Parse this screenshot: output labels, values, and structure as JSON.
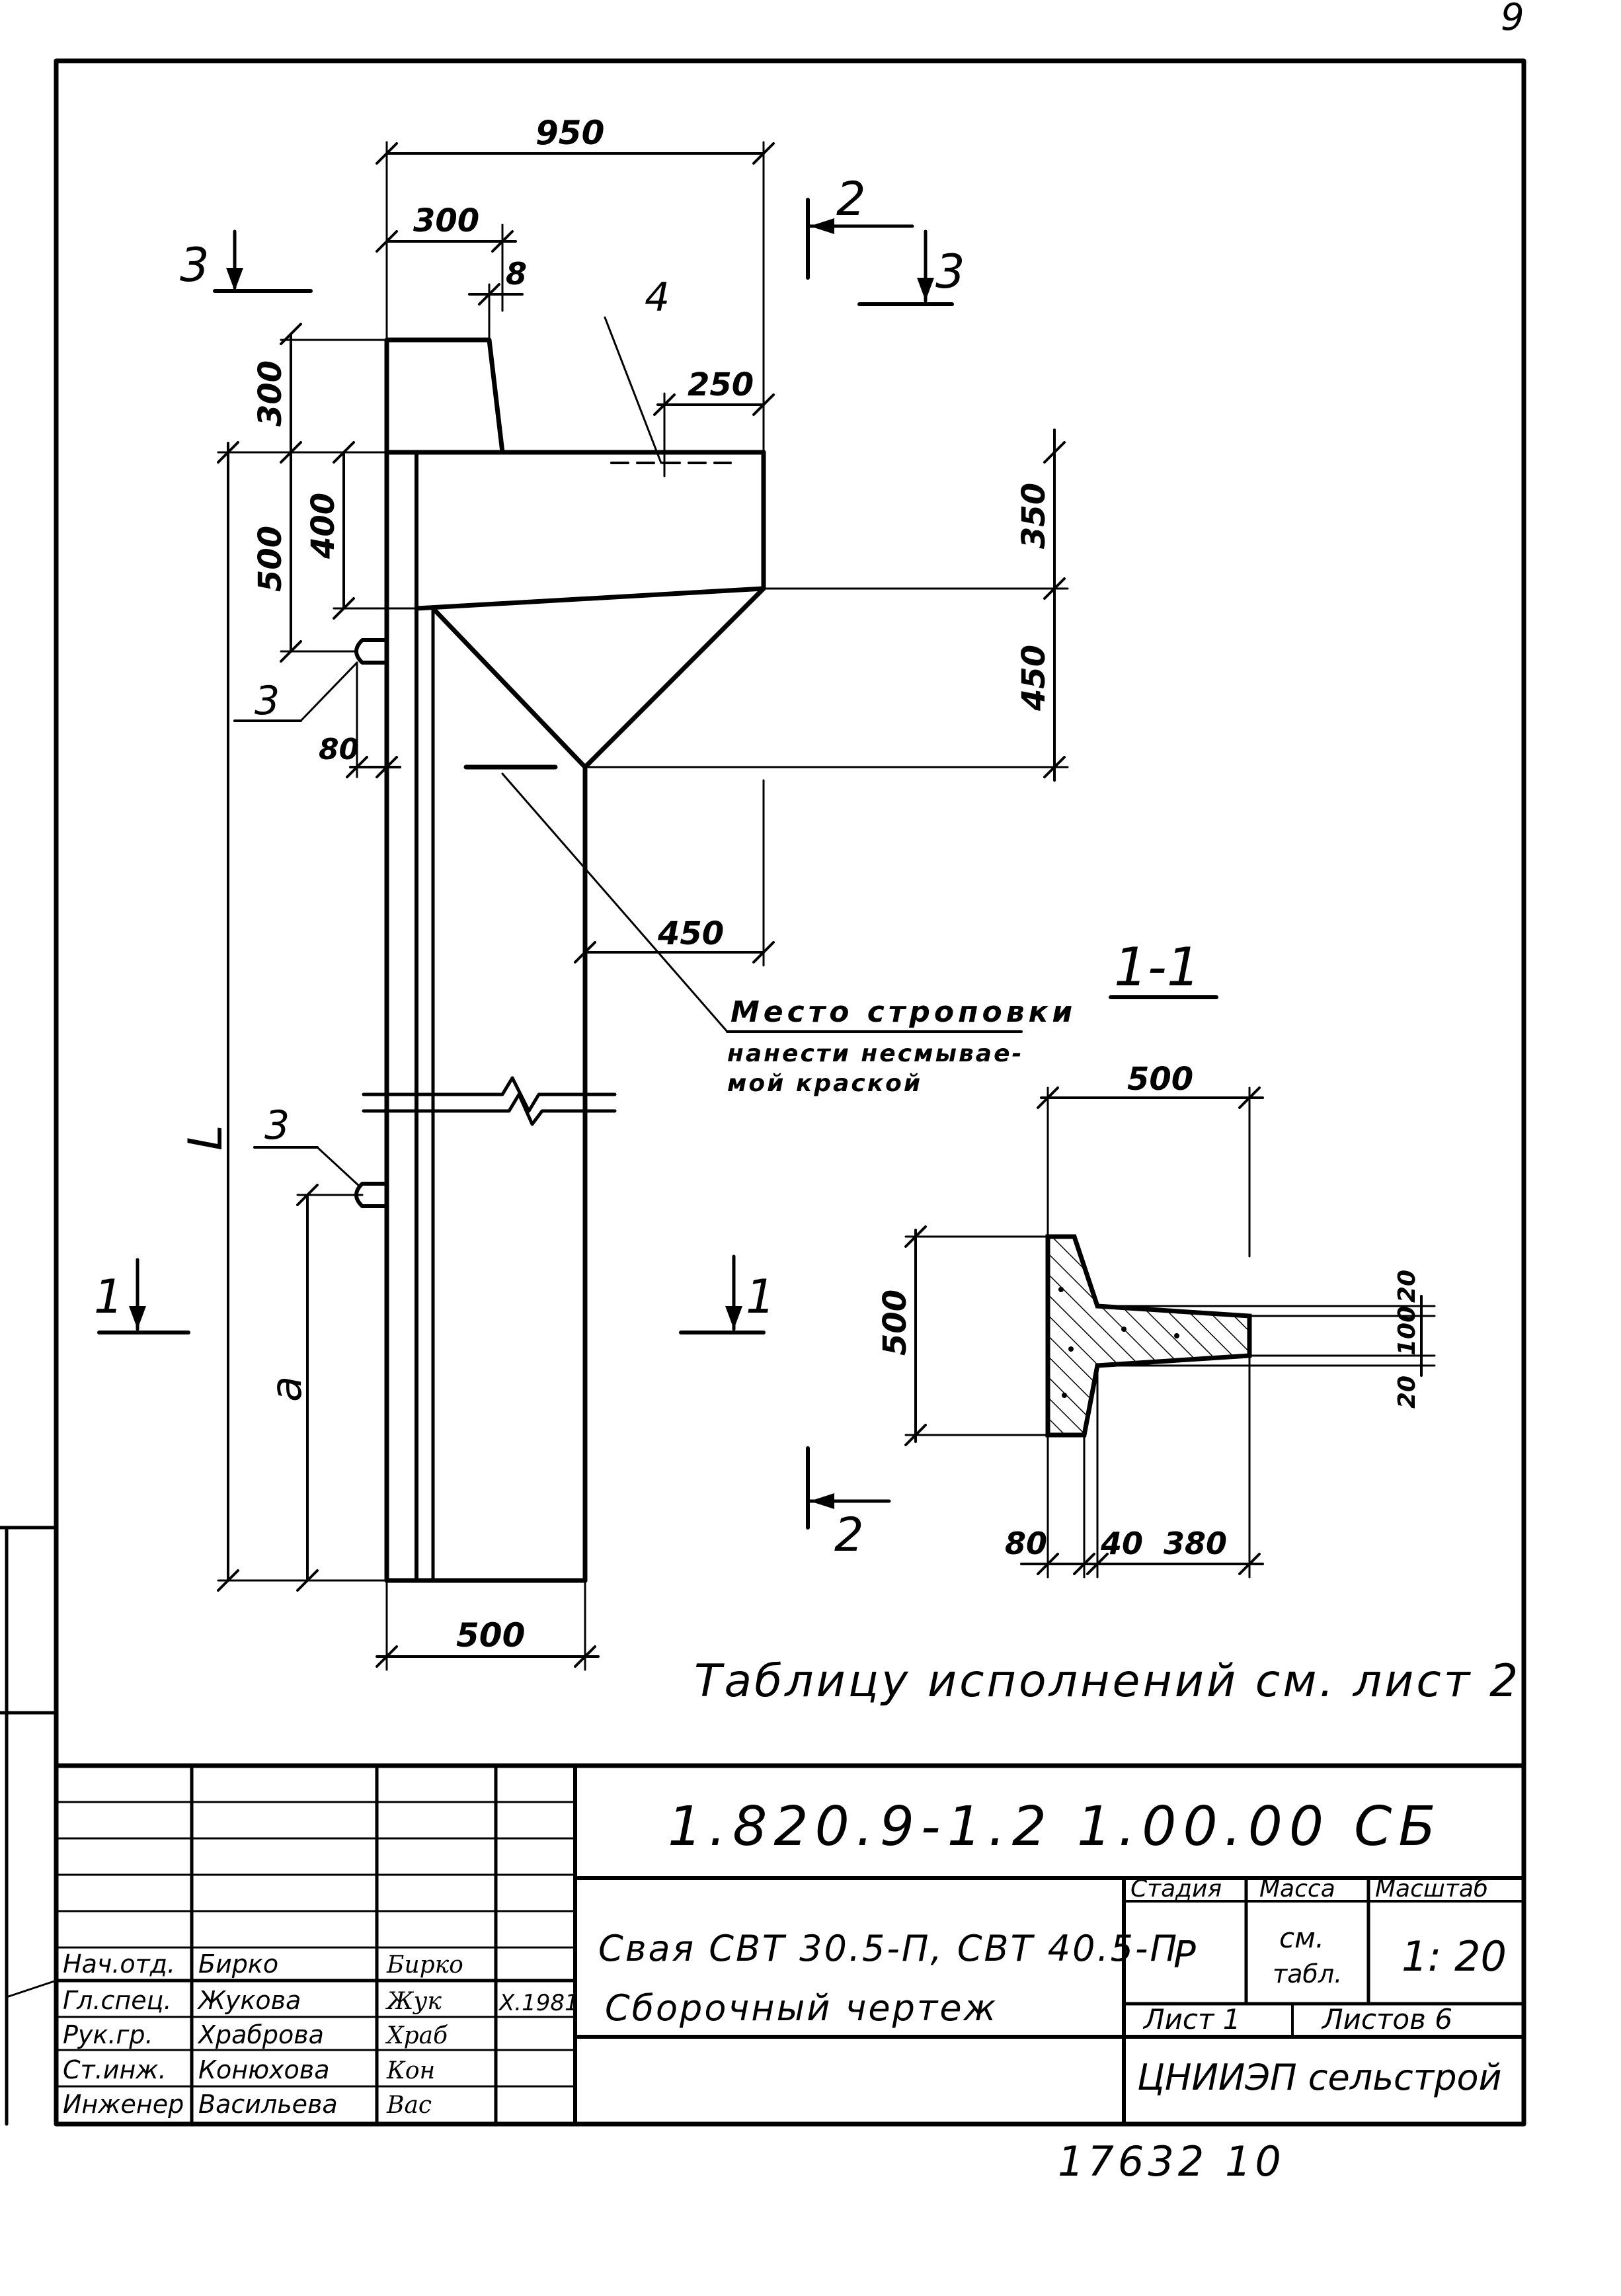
{
  "page_number": "9",
  "dimensions": {
    "d950": "950",
    "d300_top": "300",
    "d8": "8",
    "d250": "250",
    "d300_left": "300",
    "d500_left": "500",
    "d400": "400",
    "d350": "350",
    "d450_right": "450",
    "d80": "80",
    "d450_bottom": "450",
    "d500_base": "500",
    "dim_L": "L",
    "dim_a": "a"
  },
  "callouts": {
    "ref4": "4",
    "ref3_upper": "3",
    "ref3_lower": "3"
  },
  "section_marks": {
    "s3_left": "3",
    "s3_right": "3",
    "s2_top": "2",
    "s2_bottom": "2",
    "s1_left": "1",
    "s1_right": "1"
  },
  "lifting_note": {
    "line1": "Место строповки",
    "line2": "нанести несмывае-",
    "line3": "мой краской"
  },
  "section_view": {
    "title": "1-1",
    "w500": "500",
    "h500": "500",
    "d20_top": "20",
    "d100": "100",
    "d20_bottom": "20",
    "d80": "80",
    "d40": "40",
    "d380": "380"
  },
  "table_note": "Таблицу исполнений см. лист 2",
  "title_block": {
    "doc_code": "1.820.9-1.2 1.00.00 СБ",
    "name_line1": "Свая СВТ 30.5-П, СВТ 40.5-П",
    "name_line2": "Сборочный чертеж",
    "stage_header": "Стадия",
    "mass_header": "Масса",
    "scale_header": "Масштаб",
    "stage_value": "Р",
    "mass_value_1": "см.",
    "mass_value_2": "табл.",
    "scale_value": "1: 20",
    "sheet": "Лист 1",
    "sheets_total": "Листов 6",
    "organization": "ЦНИИЭП сельстрой",
    "date": "X.1981",
    "staff": [
      {
        "role": "Нач.отд.",
        "name": "Бирко",
        "signature": "Бирко"
      },
      {
        "role": "Гл.спец.",
        "name": "Жукова",
        "signature": "Жук"
      },
      {
        "role": "Рук.гр.",
        "name": "Храброва",
        "signature": "Храб"
      },
      {
        "role": "Ст.инж.",
        "name": "Конюхова",
        "signature": "Кон"
      },
      {
        "role": "Инженер",
        "name": "Васильева",
        "signature": "Вас"
      }
    ]
  },
  "archive_number": "17632 10"
}
